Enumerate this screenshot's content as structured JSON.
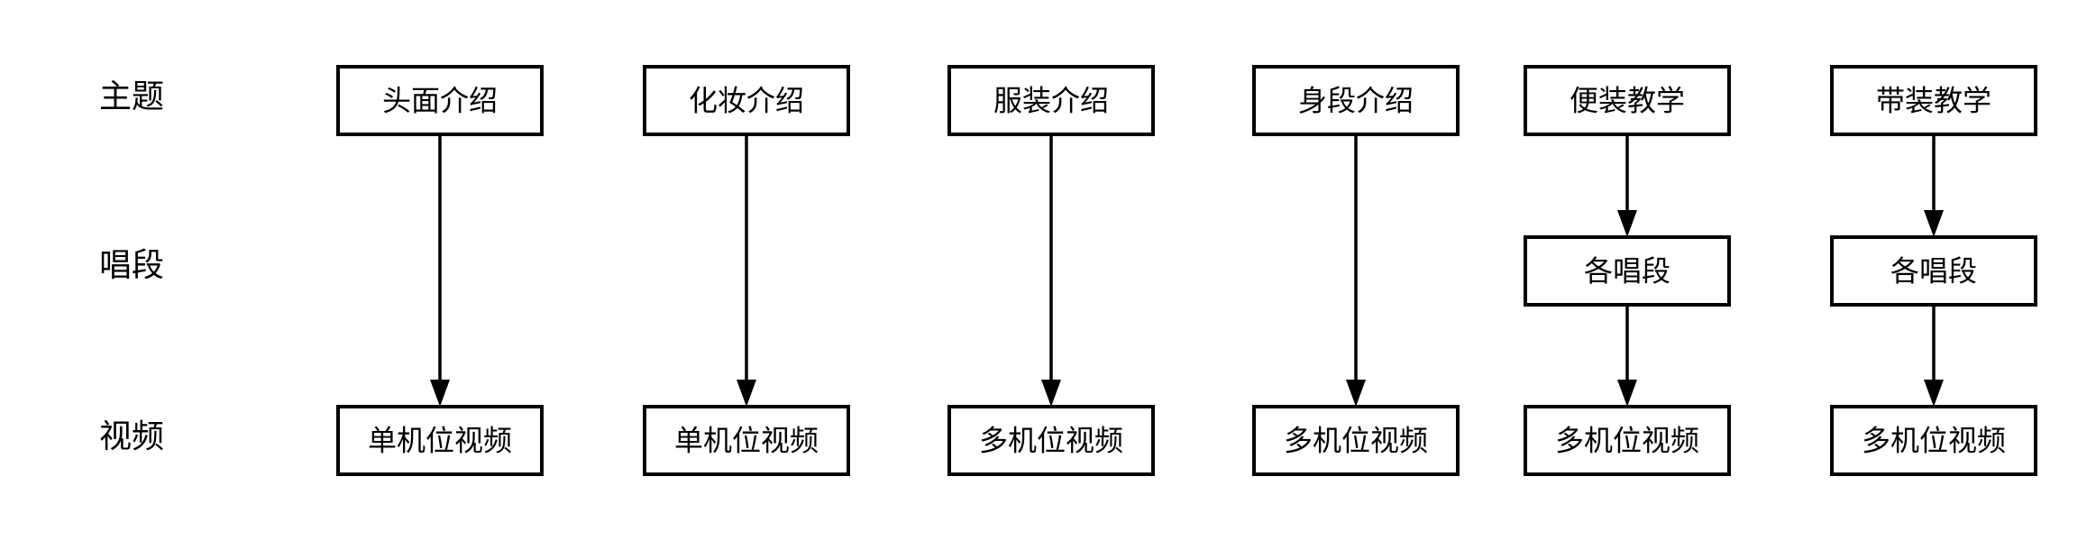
{
  "row_labels": {
    "theme": "主题",
    "segment": "唱段",
    "video": "视频"
  },
  "columns": [
    {
      "theme": "头面介绍",
      "segment": "",
      "video": "单机位视频"
    },
    {
      "theme": "化妆介绍",
      "segment": "",
      "video": "单机位视频"
    },
    {
      "theme": "服装介绍",
      "segment": "",
      "video": "多机位视频"
    },
    {
      "theme": "身段介绍",
      "segment": "",
      "video": "多机位视频"
    },
    {
      "theme": "便装教学",
      "segment": "各唱段",
      "video": "多机位视频"
    },
    {
      "theme": "带装教学",
      "segment": "各唱段",
      "video": "多机位视频"
    }
  ],
  "colors": {
    "stroke": "#000000",
    "fill": "#ffffff",
    "text": "#000000"
  }
}
